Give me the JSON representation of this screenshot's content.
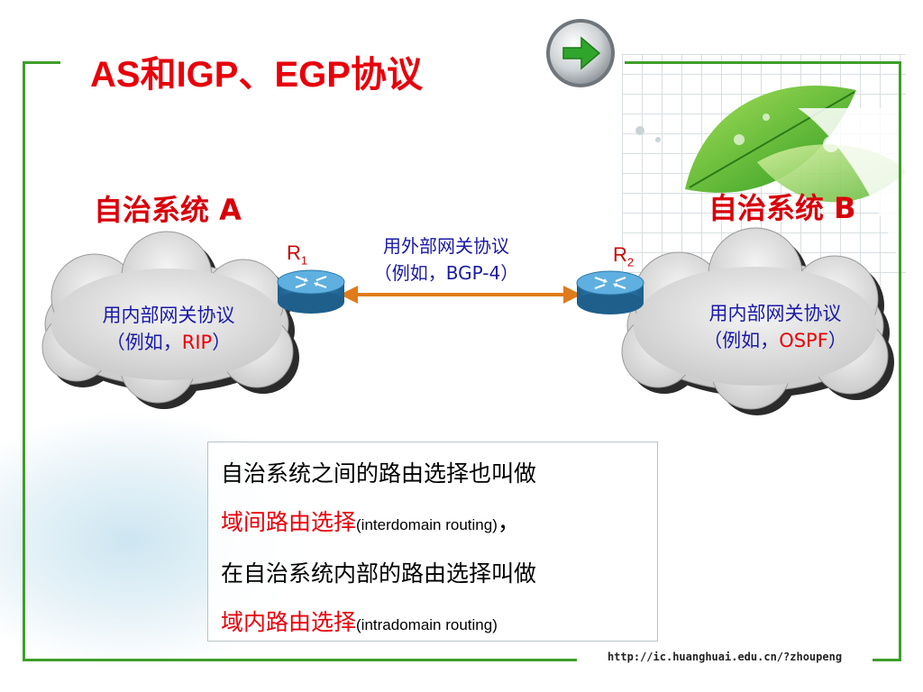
{
  "slide": {
    "title": "AS和IGP、EGP协议",
    "nav_button_icon": "right-arrow-icon",
    "as_a": {
      "title": "自治系统 A",
      "router_letter": "R",
      "router_index": "1",
      "igp_line1": "用内部网关协议",
      "igp_prefix": "（例如，",
      "igp_protocol": "RIP",
      "igp_suffix": "）"
    },
    "as_b": {
      "title": "自治系统 B",
      "router_letter": "R",
      "router_index": "2",
      "igp_line1": "用内部网关协议",
      "igp_prefix": "（例如，",
      "igp_protocol": "OSPF",
      "igp_suffix": "）"
    },
    "egp": {
      "line1": "用外部网关协议",
      "line2": "（例如，BGP-4）"
    },
    "info": {
      "line1": "自治系统之间的路由选择也叫做",
      "line2_term": "域间路由选择",
      "line2_en": "(interdomain routing)",
      "line2_punct": "，",
      "line3": "在自治系统内部的路由选择叫做",
      "line4_term": "域内路由选择",
      "line4_en": "(intradomain routing)"
    },
    "footer_url": "http://ic.huanghuai.edu.cn/?zhoupeng"
  },
  "colors": {
    "title_red": "#e8000a",
    "frame_green": "#3f9e2b",
    "text_blue": "#1a1aa6",
    "arrow_orange": "#e07b1a"
  }
}
